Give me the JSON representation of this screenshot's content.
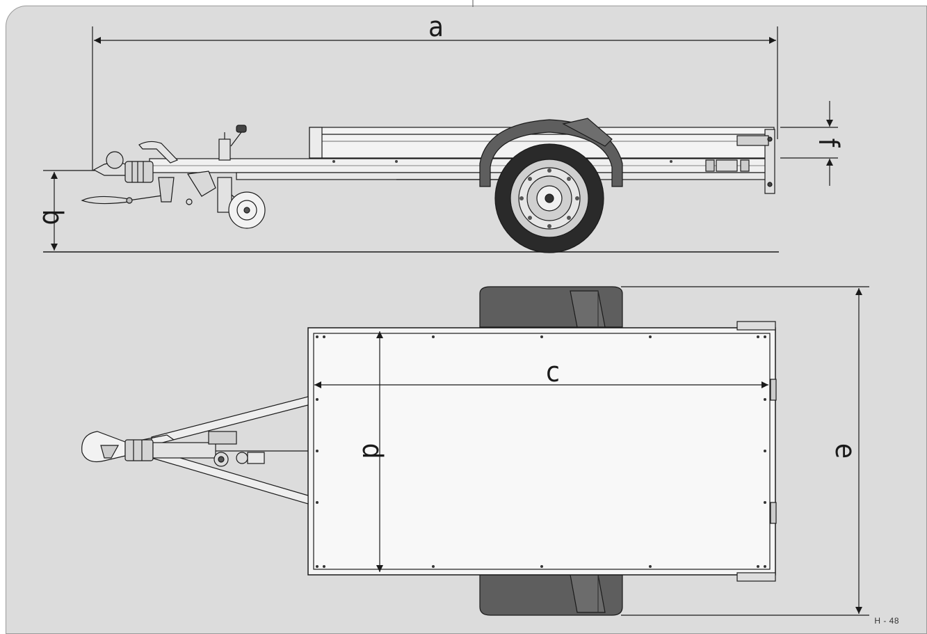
{
  "dimensions": {
    "a": "a",
    "b": "b",
    "c": "c",
    "d": "d",
    "e": "e",
    "f": "f"
  },
  "figure_code": "H - 48",
  "colors": {
    "background": "#dcdcdc",
    "line": "#1a1a1a",
    "fender": "#5e5e5e",
    "tire": "#2a2a2a",
    "bed": "#f5f5f5"
  }
}
